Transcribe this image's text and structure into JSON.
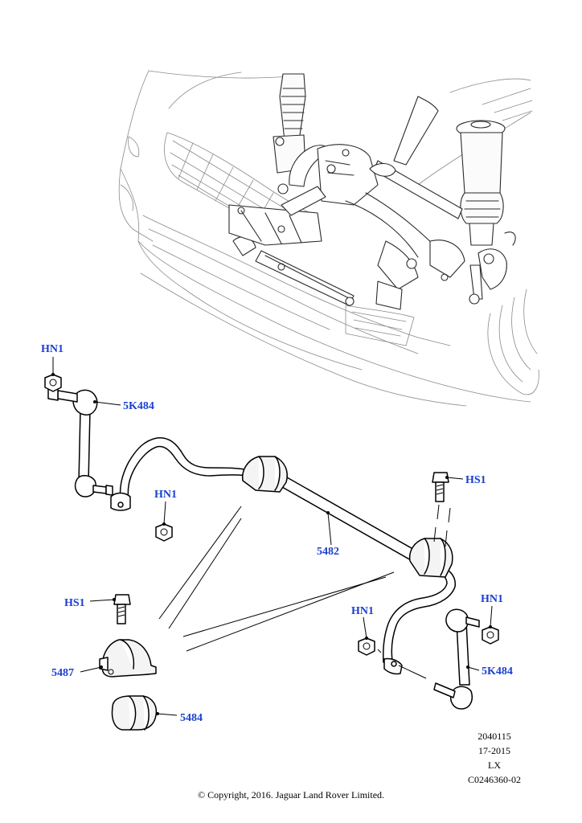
{
  "callouts": {
    "hn1_top": "HN1",
    "k5k484_left": "5K484",
    "hn1_mid": "HN1",
    "p5482": "5482",
    "hs1_right": "HS1",
    "hs1_left": "HS1",
    "hn1_right": "HN1",
    "hn1_center": "HN1",
    "p5487": "5487",
    "p5484": "5484",
    "k5k484_right": "5K484"
  },
  "reference": {
    "line1": "2040115",
    "line2": "17-2015",
    "line3": "LX",
    "line4": "C0246360-02"
  },
  "copyright": "© Copyright, 2016. Jaguar Land Rover Limited."
}
